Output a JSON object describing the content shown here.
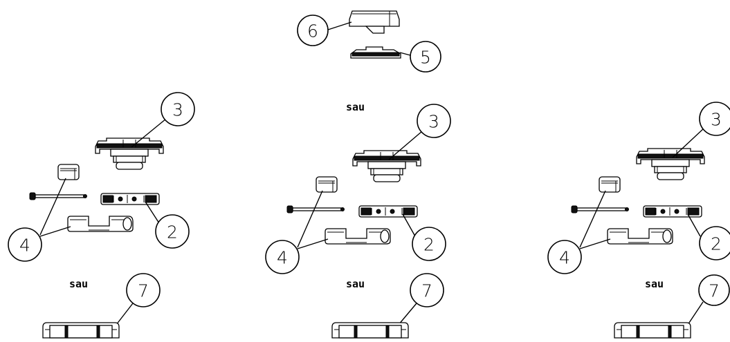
{
  "callouts": {
    "top_6": "6",
    "top_5": "5",
    "left_3": "3",
    "left_4": "4",
    "left_2": "2",
    "left_7": "7",
    "mid_3": "3",
    "mid_4": "4",
    "mid_2": "2",
    "mid_7": "7",
    "right_3": "3",
    "right_4": "4",
    "right_2": "2",
    "right_7": "7"
  },
  "notes": {
    "top_mid": "sau",
    "left_bottom": "sau",
    "mid_bottom": "sau",
    "right_bottom": "sau"
  }
}
